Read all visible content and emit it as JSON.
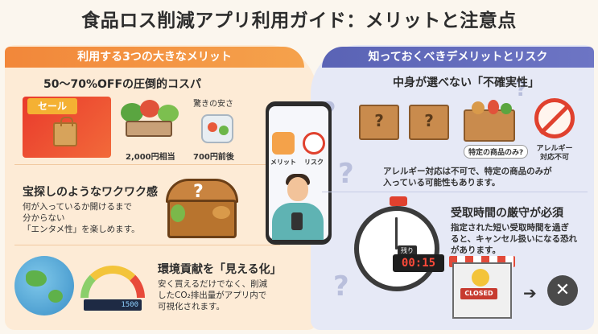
{
  "title": "食品ロス削減アプリ利用ガイド：メリットと注意点",
  "left": {
    "heading": "利用する3つの大きなメリット",
    "benefit1": {
      "title": "50～70%OFFの圧倒的コスパ",
      "sale_label": "セール",
      "price1": "2,000円相当",
      "price2_caption": "驚きの安さ",
      "price2": "700円前後"
    },
    "benefit2": {
      "title": "宝探しのようなワクワク感",
      "desc": [
        "何が入っているか開けるまで",
        "分からない",
        "「エンタメ性」を楽しめます。"
      ]
    },
    "benefit3": {
      "title": "環境貢献を「見える化」",
      "desc": [
        "安く買えるだけでなく、削減",
        "したCO₂排出量がアプリ内で",
        "可視化されます。"
      ],
      "meter_value": "1500"
    }
  },
  "center": {
    "merit_label": "メリット",
    "risk_label": "リスク"
  },
  "right": {
    "heading": "知っておくべきデメリットとリスク",
    "risk1": {
      "title": "中身が選べない「不確実性」",
      "label_only": "特定の商品のみ?",
      "label_allergy": [
        "アレルギー",
        "対応不可"
      ],
      "desc": [
        "アレルギー対応は不可で、特定の商品のみが",
        "入っている可能性もあります。"
      ]
    },
    "risk2": {
      "title": "受取時間の厳守が必須",
      "desc": [
        "指定された短い受取時間を過ぎ",
        "ると、キャンセル扱いになる恐れ",
        "があります。"
      ],
      "timer_tag": "残り",
      "timer_value": "00:15",
      "closed_sign": "CLOSED"
    }
  }
}
